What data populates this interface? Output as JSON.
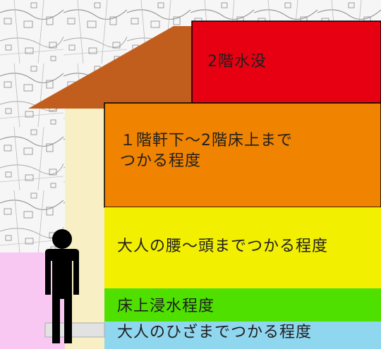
{
  "levels": [
    {
      "label": "2階水没",
      "color": "#e60012"
    },
    {
      "label": "１階軒下〜2階床上まで\nつかる程度",
      "color": "#f08300"
    },
    {
      "label": "大人の腰〜頭までつかる程度",
      "color": "#f2ef00"
    },
    {
      "label": "床上浸水程度",
      "color": "#4fe000"
    },
    {
      "label": "大人のひざまでつかる程度",
      "color": "#8fd6ef"
    }
  ],
  "illustration": {
    "roof_color": "#c15e1e",
    "wall_color": "#f8efc4",
    "ground_color": "#f9c8f2",
    "person_icon": "standing-person-icon",
    "background": "map-pattern"
  }
}
